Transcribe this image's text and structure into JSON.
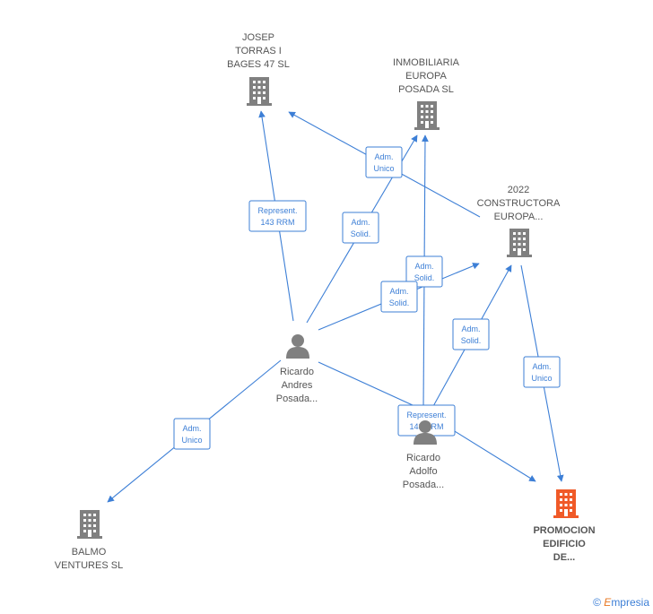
{
  "colors": {
    "edge": "#3d7fd6",
    "company": "#808080",
    "company_main": "#f05a28",
    "person": "#808080"
  },
  "nodes": [
    {
      "id": "josep",
      "type": "company",
      "lines": [
        "JOSEP",
        "TORRAS I",
        "BAGES 47  SL"
      ]
    },
    {
      "id": "inmob",
      "type": "company",
      "lines": [
        "INMOBILIARIA",
        "EUROPA",
        "POSADA  SL"
      ]
    },
    {
      "id": "constr",
      "type": "company",
      "lines": [
        "2022",
        "CONSTRUCTORA",
        "EUROPA..."
      ]
    },
    {
      "id": "ricardoA",
      "type": "person",
      "lines": [
        "Ricardo",
        "Andres",
        "Posada..."
      ]
    },
    {
      "id": "ricardoB",
      "type": "person",
      "lines": [
        "Ricardo",
        "Adolfo",
        "Posada..."
      ]
    },
    {
      "id": "balmo",
      "type": "company",
      "lines": [
        "BALMO",
        "VENTURES  SL"
      ]
    },
    {
      "id": "promo",
      "type": "company_main",
      "lines": [
        "PROMOCION",
        "EDIFICIO",
        "DE..."
      ]
    }
  ],
  "edges": [
    {
      "id": "e1",
      "lines": [
        "Represent.",
        "143 RRM"
      ]
    },
    {
      "id": "e2",
      "lines": [
        "Adm.",
        "Unico"
      ]
    },
    {
      "id": "e3",
      "lines": [
        "Adm.",
        "Solid."
      ]
    },
    {
      "id": "e4",
      "lines": [
        "Adm.",
        "Solid."
      ]
    },
    {
      "id": "e5",
      "lines": [
        "Adm.",
        "Solid."
      ]
    },
    {
      "id": "e6",
      "lines": [
        "Adm.",
        "Solid."
      ]
    },
    {
      "id": "e7",
      "lines": [
        "Adm.",
        "Unico"
      ]
    },
    {
      "id": "e8",
      "lines": [
        "Adm.",
        "Unico"
      ]
    },
    {
      "id": "e9",
      "lines": [
        "Represent.",
        "143 RRM"
      ]
    }
  ],
  "brand": {
    "copyright": "©",
    "initial": "E",
    "name": "mpresia"
  }
}
